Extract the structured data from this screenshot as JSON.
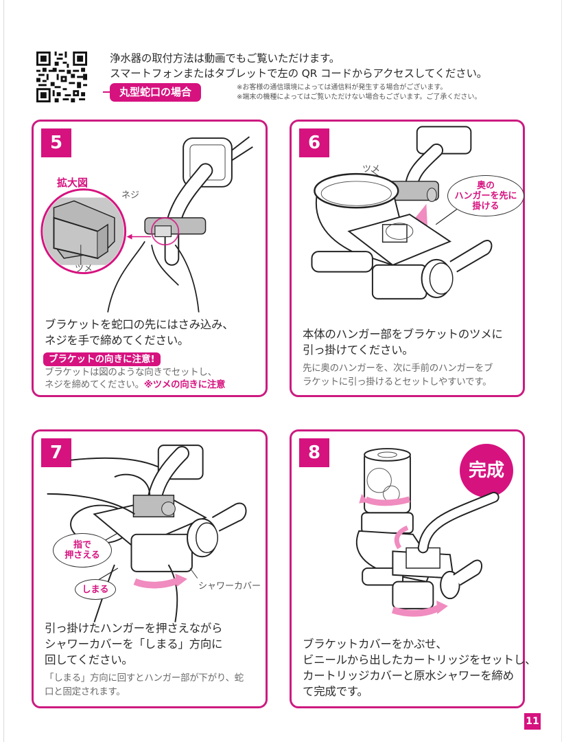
{
  "header": {
    "intro_line1": "浄水器の取付方法は動画でもご覧いただけます。",
    "intro_line2": "スマートフォンまたはタブレットで左の QR コードからアクセスしてください。",
    "faucet_type_badge": "丸型蛇口の場合",
    "note1": "※お客様の通信環境によっては通信料が発生する場合がございます。",
    "note2": "※端末の機種によってはご覧いただけない場合もございます。ご了承ください。",
    "qr_icon": "qr-code-icon"
  },
  "steps": [
    {
      "number": "5",
      "zoom_title": "拡大図",
      "labels": {
        "screw": "ネジ",
        "claw": "ツメ"
      },
      "main_line1": "ブラケットを蛇口の先にはさみ込み、",
      "main_line2": "ネジを手で締めてください。",
      "warning": "ブラケットの向きに注意!",
      "sub_line1": "ブラケットは図のような向きでセットし、",
      "sub_line2": "ネジを締めてください。",
      "sub_note": "※ツメの向きに注意"
    },
    {
      "number": "6",
      "labels": {
        "claw": "ツメ",
        "bubble_line1": "奥の",
        "bubble_line2": "ハンガーを先に",
        "bubble_line3": "掛ける"
      },
      "main_line1": "本体のハンガー部をブラケットのツメに",
      "main_line2": "引っ掛けてください。",
      "sub_line1": "先に奥のハンガーを、次に手前のハンガーをブ",
      "sub_line2": "ラケットに引っ掛けるとセットしやすいです。"
    },
    {
      "number": "7",
      "labels": {
        "press_line1": "指で",
        "press_line2": "押さえる",
        "tighten": "しまる",
        "shower_cover": "シャワーカバー"
      },
      "main_line1": "引っ掛けたハンガーを押さえながら",
      "main_line2": "シャワーカバーを「しまる」方向に",
      "main_line3": "回してください。",
      "sub_line1": "「しまる」方向に回すとハンガー部が下がり、蛇",
      "sub_line2": "口と固定されます。"
    },
    {
      "number": "8",
      "done_badge": "完成",
      "main_line1": "ブラケットカバーをかぶせ、",
      "main_line2": "ビニールから出したカートリッジをセットし、",
      "main_line3": "カートリッジカバーと原水シャワーを締め",
      "main_line4": "て完成です。"
    }
  ],
  "page_number": "11",
  "colors": {
    "accent": "#d6127f",
    "border": "#cc1a80",
    "arrow": "#f08cbf",
    "text": "#2b2b2b",
    "subtext": "#6a6a6a"
  }
}
